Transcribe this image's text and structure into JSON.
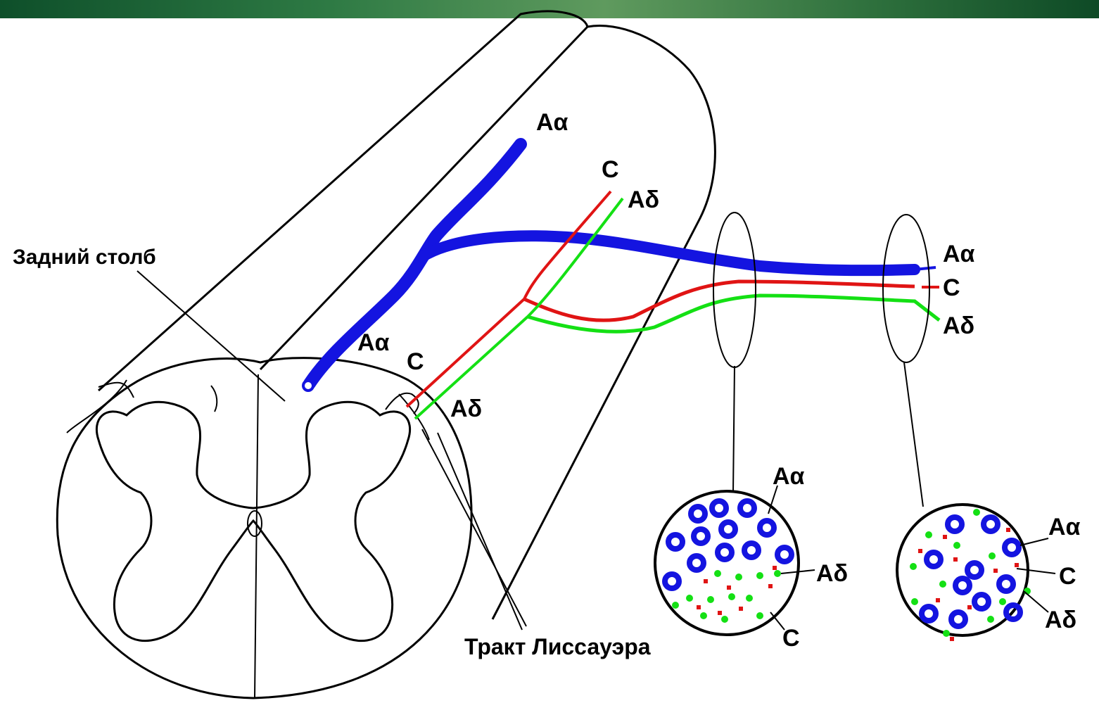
{
  "labels": {
    "zadniy_stolb": "Задний столб",
    "trakt": "Тракт Лиссауэра",
    "a_alpha": "Aα",
    "a_delta": "Aδ",
    "c": "C"
  },
  "colors": {
    "a_alpha_fiber": "#1414e0",
    "c_fiber": "#e01414",
    "a_delta_fiber": "#14e014",
    "outline": "#000000",
    "frame": "#1f6a38"
  }
}
